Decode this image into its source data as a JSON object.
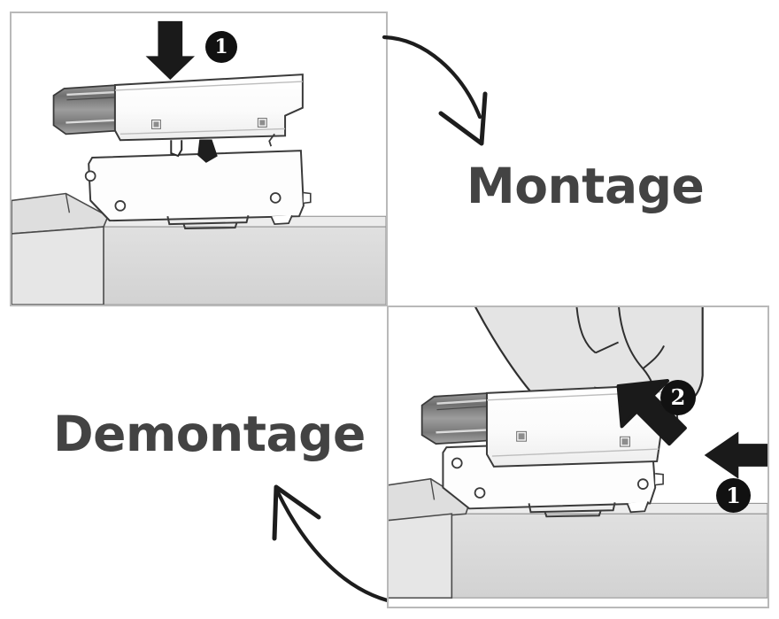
{
  "document": {
    "type": "assembly-instruction-diagram",
    "language": "de",
    "subject": "Montage und Demontage einer Schiene / Halterung"
  },
  "panels": [
    {
      "id": "montage",
      "caption": "Montage",
      "position": "top-left",
      "steps": [
        {
          "badge": "1",
          "arrow": "down-arrow",
          "description": "Bauteil von oben nach unten aufdrucken"
        }
      ],
      "objects": [
        "upper-rail-component",
        "lower-bracket-plate",
        "mounting-surface-slab",
        "angled-side-panel"
      ]
    },
    {
      "id": "demontage",
      "caption": "Demontage",
      "position": "bottom-right",
      "steps": [
        {
          "badge": "1",
          "arrow": "left-arrow",
          "description": "Bauteil nach links schieben"
        },
        {
          "badge": "2",
          "arrow": "up-left-diagonal-arrow",
          "description": "Bauteil nach oben abheben"
        }
      ],
      "objects": [
        "hand",
        "upper-rail-component",
        "lower-bracket-plate",
        "mounting-surface-slab",
        "angled-side-panel"
      ]
    }
  ],
  "connectors": [
    {
      "id": "montage-connector",
      "icon": "curved-arrow-down-right-icon",
      "from": "montage-panel",
      "to": "montage-caption"
    },
    {
      "id": "demontage-connector",
      "icon": "curved-arrow-up-left-icon",
      "from": "demontage-panel",
      "to": "demontage-caption"
    }
  ],
  "badges": {
    "montage_step1": "1",
    "demontage_step1": "1",
    "demontage_step2": "2"
  },
  "colors": {
    "caption_text": "#434343",
    "badge_fill": "#111111",
    "badge_text": "#ffffff",
    "panel_border": "#b9b9b9",
    "arrow_fill": "#1a1a1a",
    "line_stroke": "#3a3a3a",
    "slab_fill": "#d9d9d9",
    "slab_top_fill": "#ececec",
    "component_fill": "#fdfdfd",
    "endcap_fill": "#8e8e8e",
    "hand_fill": "#e4e4e4",
    "page_background": "#ffffff"
  }
}
